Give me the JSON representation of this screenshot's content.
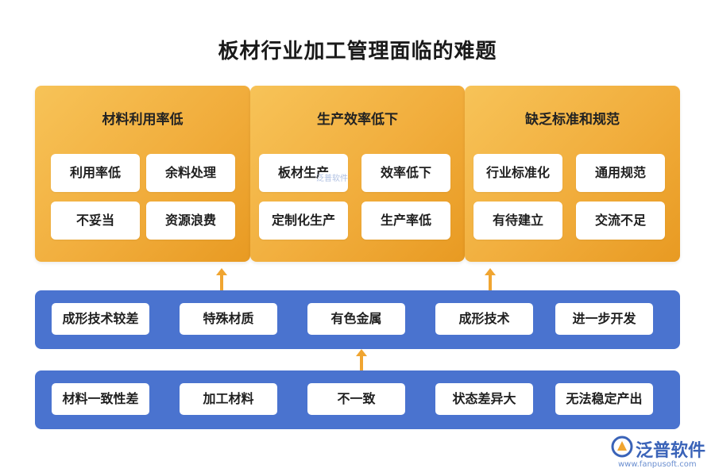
{
  "title": "板材行业加工管理面临的难题",
  "panels": [
    {
      "heading": "材料利用率低",
      "items": [
        "利用率低",
        "余料处理",
        "不妥当",
        "资源浪费"
      ]
    },
    {
      "heading": "生产效率低下",
      "items": [
        "板材生产",
        "效率低下",
        "定制化生产",
        "生产率低"
      ]
    },
    {
      "heading": "缺乏标准和规范",
      "items": [
        "行业标准化",
        "通用规范",
        "有待建立",
        "交流不足"
      ]
    }
  ],
  "band1": [
    "成形技术较差",
    "特殊材质",
    "有色金属",
    "成形技术",
    "进一步开发"
  ],
  "band2": [
    "材料一致性差",
    "加工材料",
    "不一致",
    "状态差异大",
    "无法稳定产出"
  ],
  "watermark": "泛普软件",
  "logo": {
    "name": "泛普软件",
    "url": "www.fanpusoft.com"
  },
  "colors": {
    "panel": "#f1ad3c",
    "band": "#4a73cf",
    "arrow": "#f0a531",
    "logo": "#3a63b8"
  }
}
